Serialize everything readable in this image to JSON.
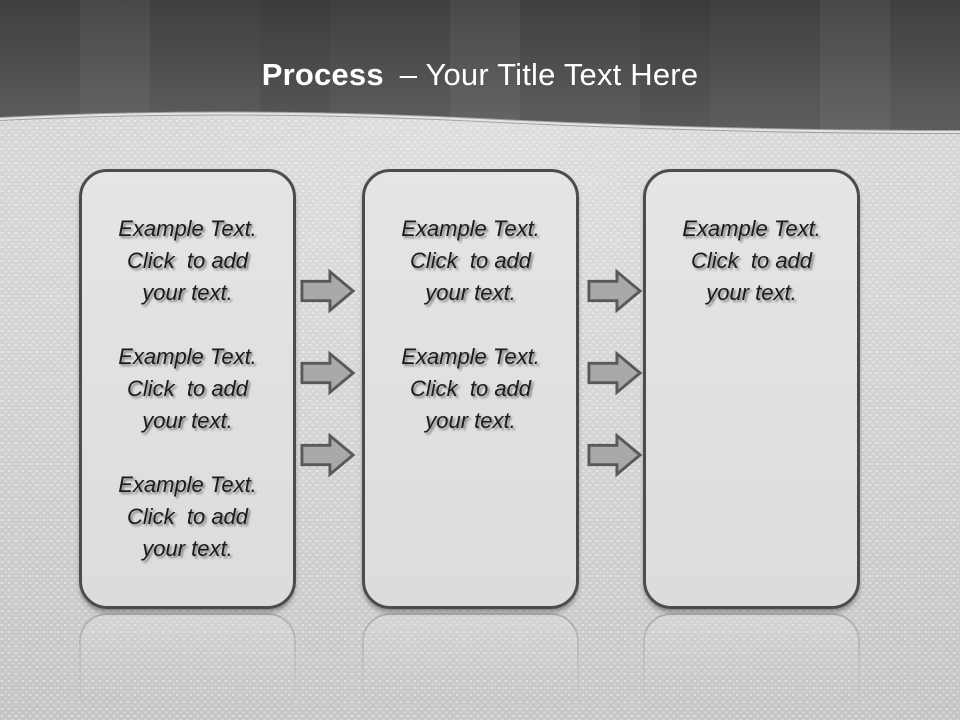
{
  "header": {
    "title_emphasis": "Process",
    "title_rest": "– Your Title Text Here"
  },
  "boxes": [
    {
      "name": "step-1",
      "paragraphs": [
        {
          "lines": [
            "Example Text.",
            "Click  to add",
            "your text."
          ]
        },
        {
          "lines": [
            "Example Text.",
            "Click  to add",
            "your text."
          ]
        },
        {
          "lines": [
            "Example Text.",
            "Click  to add",
            "your text."
          ]
        }
      ]
    },
    {
      "name": "step-2",
      "paragraphs": [
        {
          "lines": [
            "Example Text.",
            "Click  to add",
            "your text."
          ]
        },
        {
          "lines": [
            "Example Text.",
            "Click  to add",
            "your text."
          ]
        }
      ]
    },
    {
      "name": "step-3",
      "paragraphs": [
        {
          "lines": [
            "Example Text.",
            "Click  to add",
            "your text."
          ]
        }
      ]
    }
  ],
  "arrows": {
    "direction": "right",
    "between_boxes_1_2_count": 3,
    "between_boxes_2_3_count": 3
  },
  "colors": {
    "header_top": "#414141",
    "header_bottom": "#5d5d5d",
    "title_text": "#ffffff",
    "background": "#cfcfcf",
    "box_fill": "#e2e2e2",
    "box_border": "#4c4c4c",
    "arrow_fill": "#a9a9a9",
    "arrow_border": "#595959",
    "body_text": "#1c1c1c"
  }
}
